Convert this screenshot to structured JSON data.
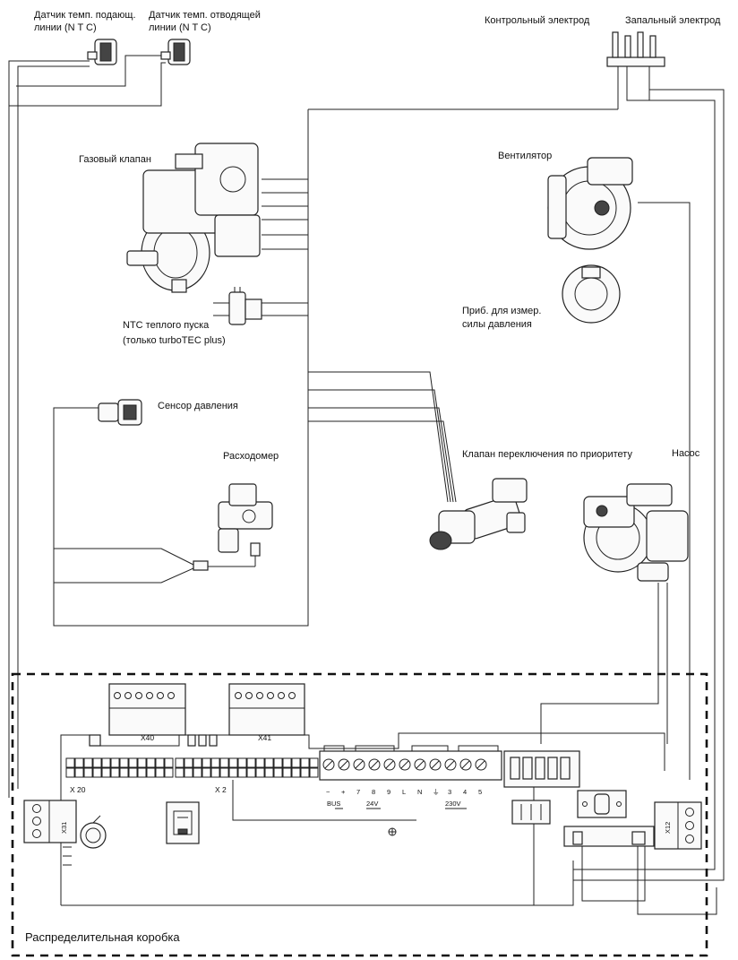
{
  "labels": {
    "ntc_supply": [
      "Датчик темп. подающ.",
      "линии (N T C)"
    ],
    "ntc_return": [
      "Датчик темп. отводящей",
      "линии (N T C)"
    ],
    "control_electrode": "Контрольный электрод",
    "ignition_electrode": "Запальный электрод",
    "gas_valve": "Газовый клапан",
    "fan": "Вентилятор",
    "pressure_device": [
      "Приб. для измер.",
      "силы давления"
    ],
    "ntc_warm_start": [
      "NTC теплого пуска",
      "(только turboTEC plus)"
    ],
    "pressure_sensor": "Сенсор давления",
    "flow_meter": "Расходомер",
    "priority_valve": "Клапан переключения по приоритету",
    "pump": "Насос",
    "distribution_box": "Распределительная коробка"
  },
  "board": {
    "x40": "X40",
    "x41": "X41",
    "x20": "X 20",
    "x2": "X 2",
    "x31": "X31",
    "x12": "X12",
    "terminals": [
      "−",
      "+",
      "7",
      "8",
      "9",
      "L",
      "N",
      "⏚",
      "3",
      "4",
      "5"
    ],
    "groups": [
      "BUS",
      "24V",
      "230V"
    ],
    "ground": "⏚"
  }
}
